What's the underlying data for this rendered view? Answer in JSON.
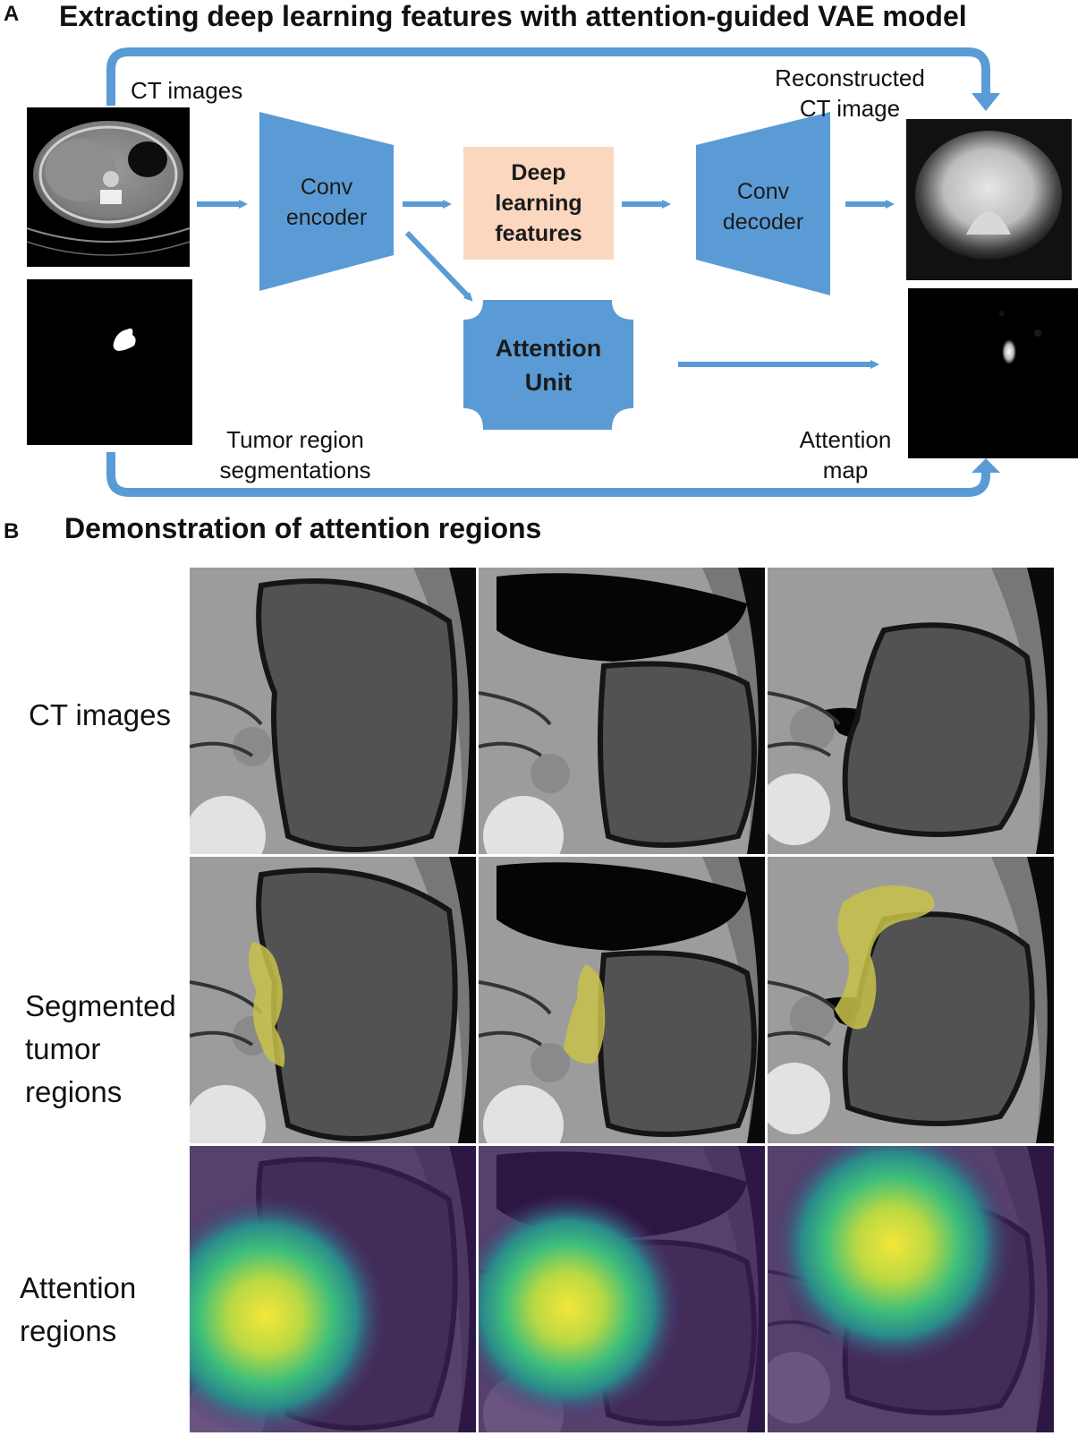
{
  "panelA": {
    "letter": "A",
    "title": "Extracting deep learning features with attention-guided VAE model",
    "labels": {
      "ct_images": "CT images",
      "reconstructed_line1": "Reconstructed",
      "reconstructed_line2": "CT image",
      "tumor_line1": "Tumor region",
      "tumor_line2": "segmentations",
      "attention_map_line1": "Attention",
      "attention_map_line2": "map"
    },
    "blocks": {
      "encoder_line1": "Conv",
      "encoder_line2": "encoder",
      "features_line1": "Deep",
      "features_line2": "learning",
      "features_line3": "features",
      "decoder_line1": "Conv",
      "decoder_line2": "decoder",
      "attention_line1": "Attention",
      "attention_line2": "Unit"
    }
  },
  "panelB": {
    "letter": "B",
    "title": "Demonstration of attention regions",
    "rows": [
      {
        "line1": "CT images"
      },
      {
        "line1": "Segmented",
        "line2": "tumor",
        "line3": "regions"
      },
      {
        "line1": "Attention",
        "line2": "regions"
      }
    ]
  },
  "colors": {
    "flow_blue": "#5b9bd5",
    "block_blue": "#5b9bd5",
    "features_fill": "#fbd7bf",
    "tumor_overlay": "#c8c24a",
    "attention_base": "#3b1f5c"
  }
}
